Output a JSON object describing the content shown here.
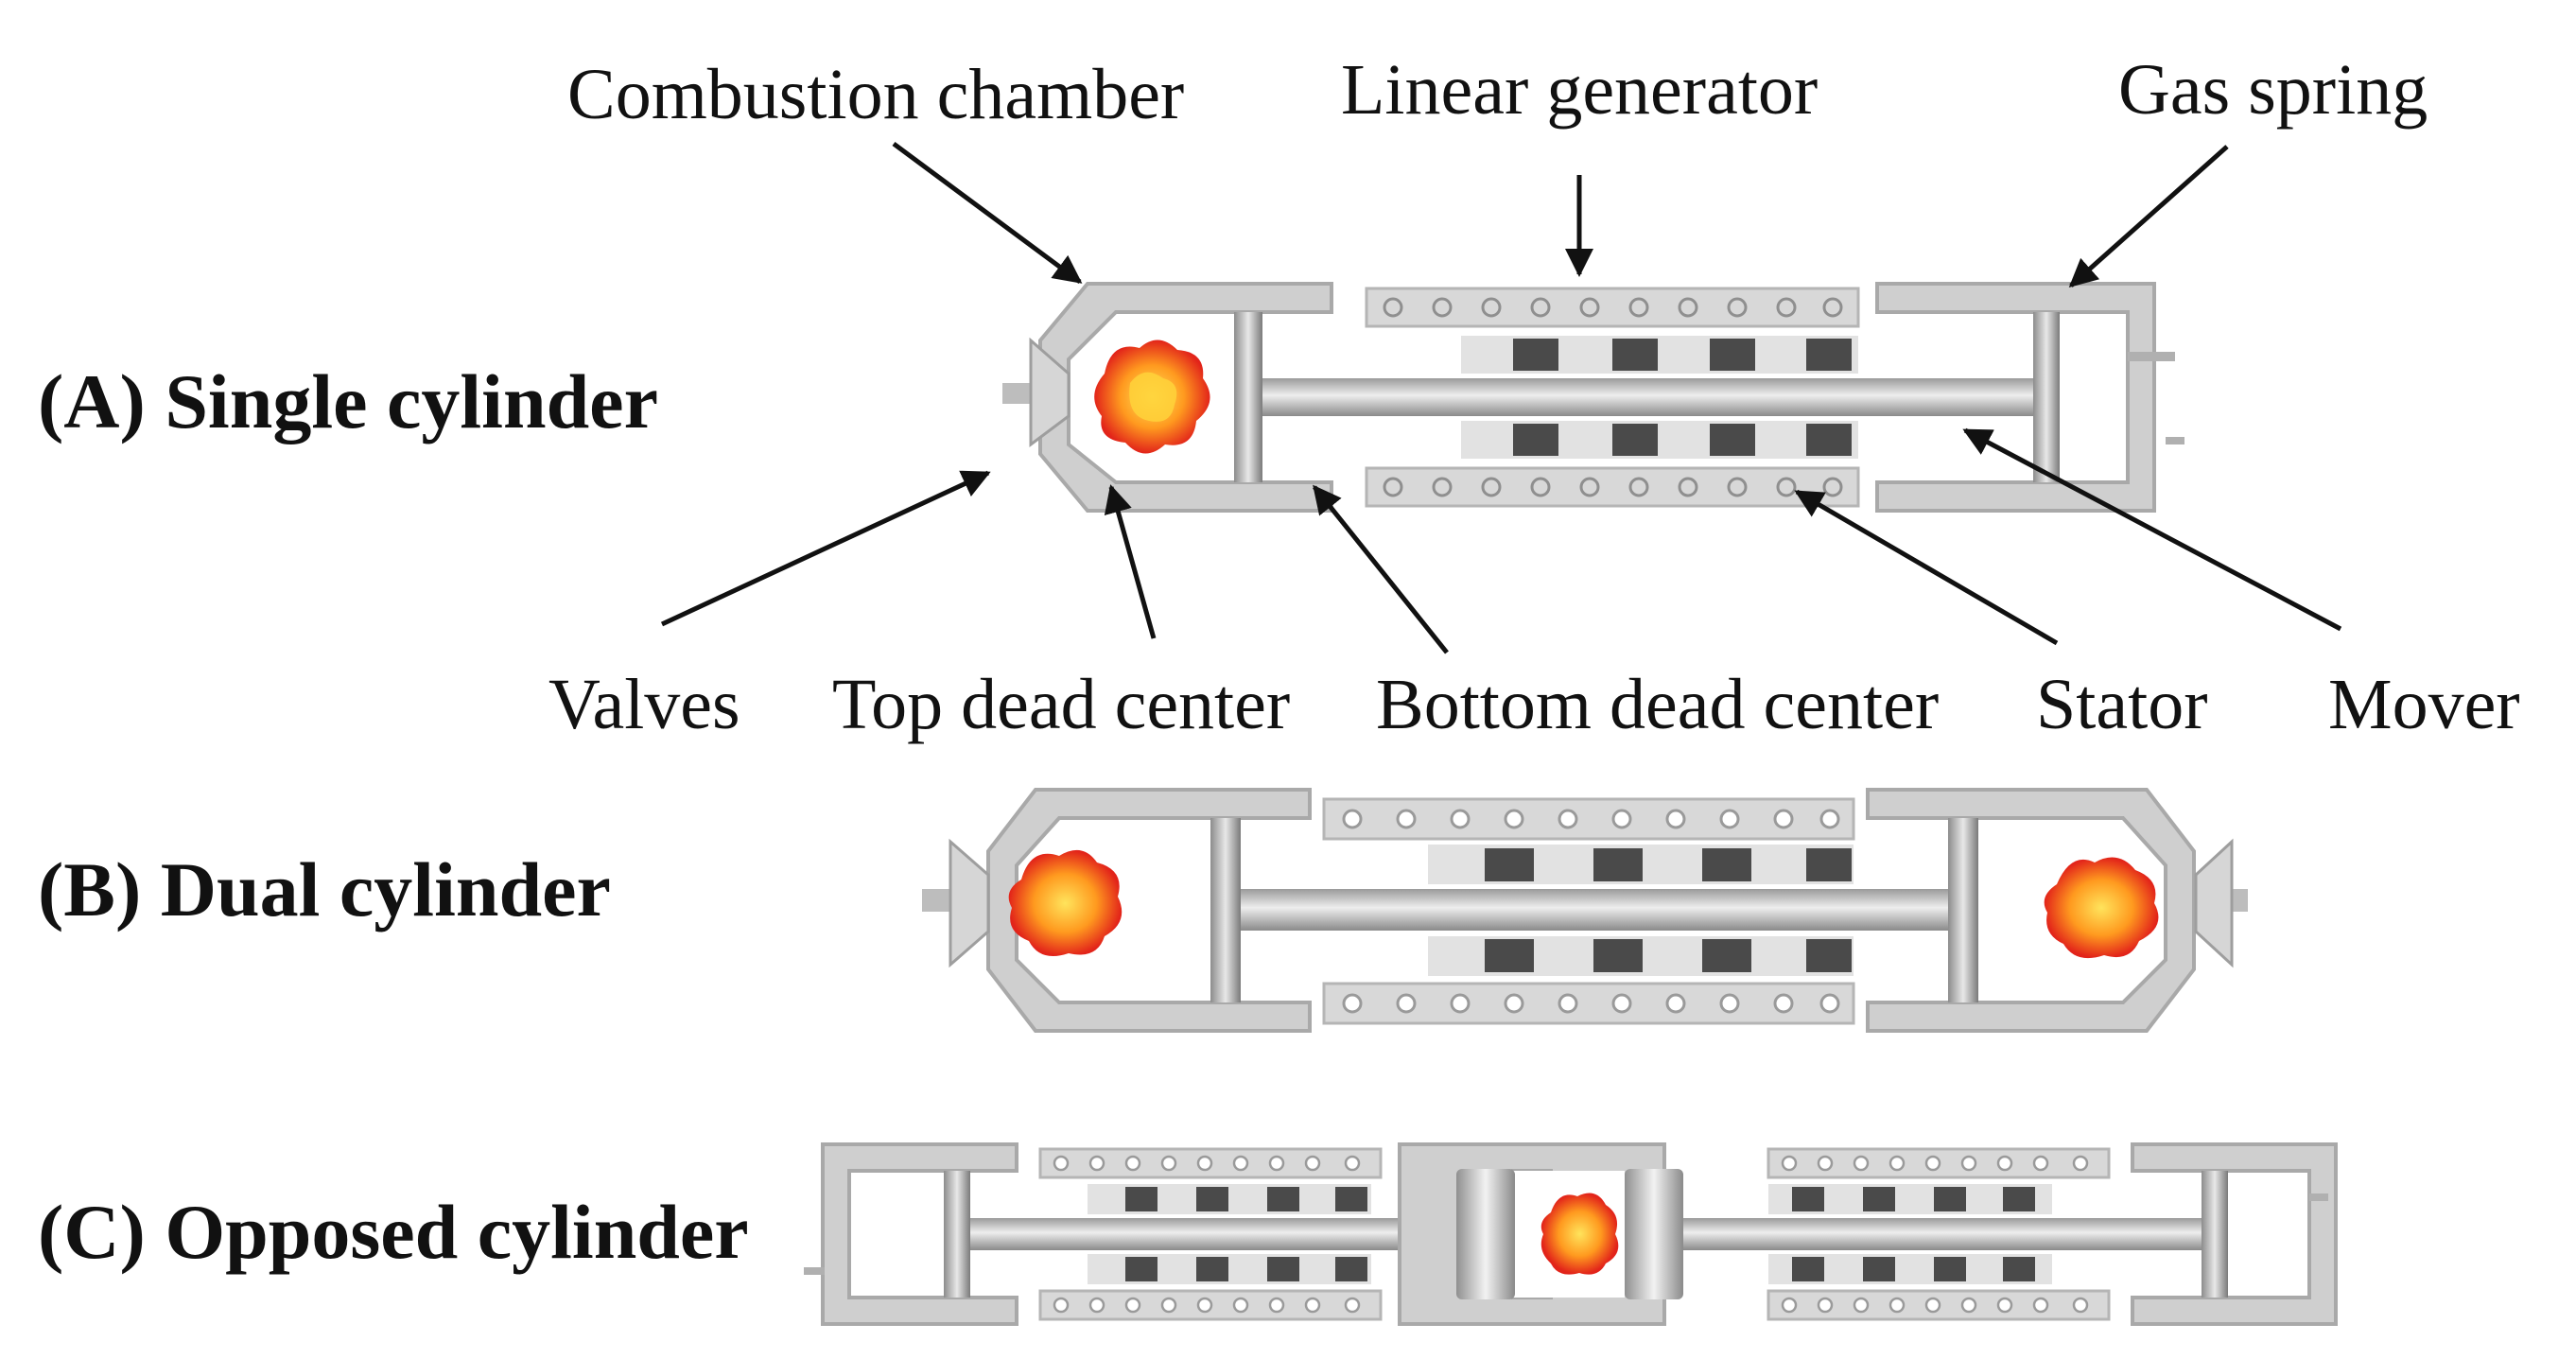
{
  "diagrams": [
    {
      "label": "(A) Single cylinder"
    },
    {
      "label": "(B) Dual cylinder"
    },
    {
      "label": "(C) Opposed cylinder"
    }
  ],
  "callouts": {
    "combustion_chamber": "Combustion chamber",
    "linear_generator": "Linear generator",
    "gas_spring": "Gas spring",
    "valves": "Valves",
    "top_dead_center": "Top dead center",
    "bottom_dead_center": "Bottom dead center",
    "stator": "Stator",
    "mover": "Mover"
  },
  "colors": {
    "housing": "#a9a9a9",
    "housing_light": "#cfcfcf",
    "stator_bg": "#d8d8d8",
    "magnet": "#4a4a4a",
    "rod_dark": "#8a8a8a",
    "rod_light": "#e6e6e6",
    "flame_outer": "#e8321a",
    "flame_inner": "#ffd23a",
    "text": "#111111"
  }
}
